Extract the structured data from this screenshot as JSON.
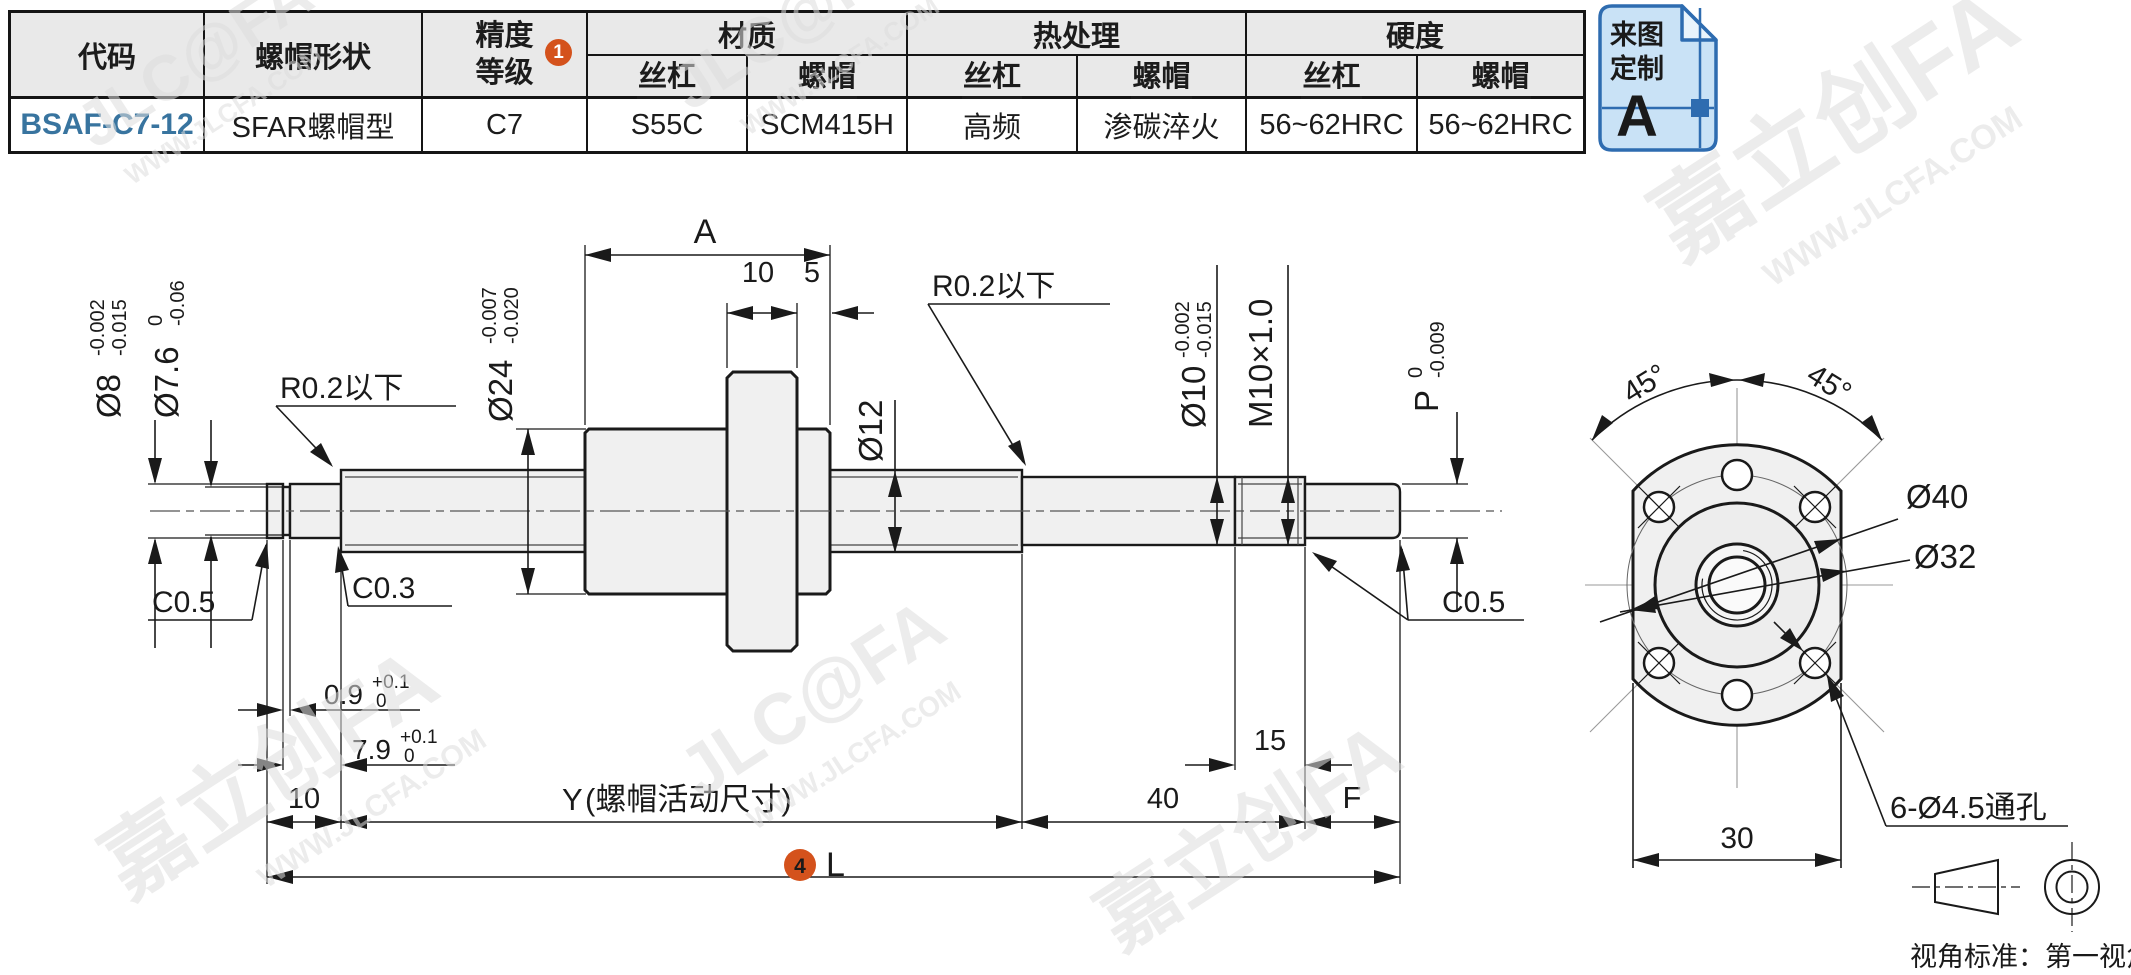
{
  "colors": {
    "accent_orange": "#F08300",
    "badge_circle_orange": "#D4521C",
    "code_blue": "#38749F",
    "icon_blue": "#2E6CB0",
    "icon_fill": "#C9E2F6",
    "line": "#1A1A1A",
    "part_fill": "#F0F0F0",
    "header_bg": "#E9E9E9"
  },
  "table": {
    "col_code": "代码",
    "col_nut_shape": "螺帽形状",
    "col_precision_l1": "精度",
    "col_precision_l2": "等级",
    "precision_badge": "1",
    "col_material": "材质",
    "col_heat": "热处理",
    "col_hardness": "硬度",
    "sub_screw": "丝杠",
    "sub_nut": "螺帽",
    "row": {
      "code": "BSAF-C7-12",
      "nut_shape": "SFAR螺帽型",
      "precision": "C7",
      "material_screw": "S55C",
      "material_nut": "SCM415H",
      "heat_screw": "高频",
      "heat_nut": "渗碳淬火",
      "hardness_screw": "56~62HRC",
      "hardness_nut": "56~62HRC"
    }
  },
  "custom_badge": {
    "line1": "来图",
    "line2": "定制",
    "letter": "A"
  },
  "side_view": {
    "dia8": {
      "main": "Ø8",
      "tol_top": "-0.002",
      "tol_bot": "-0.015"
    },
    "dia76": {
      "main": "Ø7.6",
      "tol_top": "0",
      "tol_bot": "-0.06"
    },
    "r02_left": "R0.2以下",
    "r02_right": "R0.2以下",
    "c05_left": "C0.5",
    "c03": "C0.3",
    "c05_right": "C0.5",
    "dia24": {
      "main": "Ø24",
      "tol_top": "-0.007",
      "tol_bot": "-0.020"
    },
    "dim_a": "A",
    "dim_10_flange": "10",
    "dim_5": "5",
    "dia12": "Ø12",
    "dia10": {
      "main": "Ø10",
      "tol_top": "-0.002",
      "tol_bot": "-0.015"
    },
    "m10": "M10×1.0",
    "dim_p": {
      "main": "P",
      "tol_top": "0",
      "tol_bot": "-0.009"
    },
    "dim_09": {
      "main": "0.9",
      "tol_top": "+0.1",
      "tol_bot": "0"
    },
    "dim_79": {
      "main": "7.9",
      "tol_top": "+0.1",
      "tol_bot": "0"
    },
    "dim_10_left": "10",
    "dim_y_letter": "Y",
    "dim_y_suffix": "(螺帽活动尺寸)",
    "dim_40": "40",
    "dim_15": "15",
    "dim_f": "F",
    "dim_l_num": "4",
    "dim_l_letter": "L"
  },
  "front_view": {
    "angle_left": "45°",
    "angle_right": "45°",
    "dia40": "Ø40",
    "dia32": "Ø32",
    "holes": "6-Ø4.5通孔",
    "width": "30"
  },
  "footer": {
    "view_standard": "视角标准：第一视角"
  },
  "watermark": {
    "brand_short": "JLC@FA",
    "brand_cn": "嘉立创FA",
    "url": "WWW.JLCFA.COM"
  }
}
